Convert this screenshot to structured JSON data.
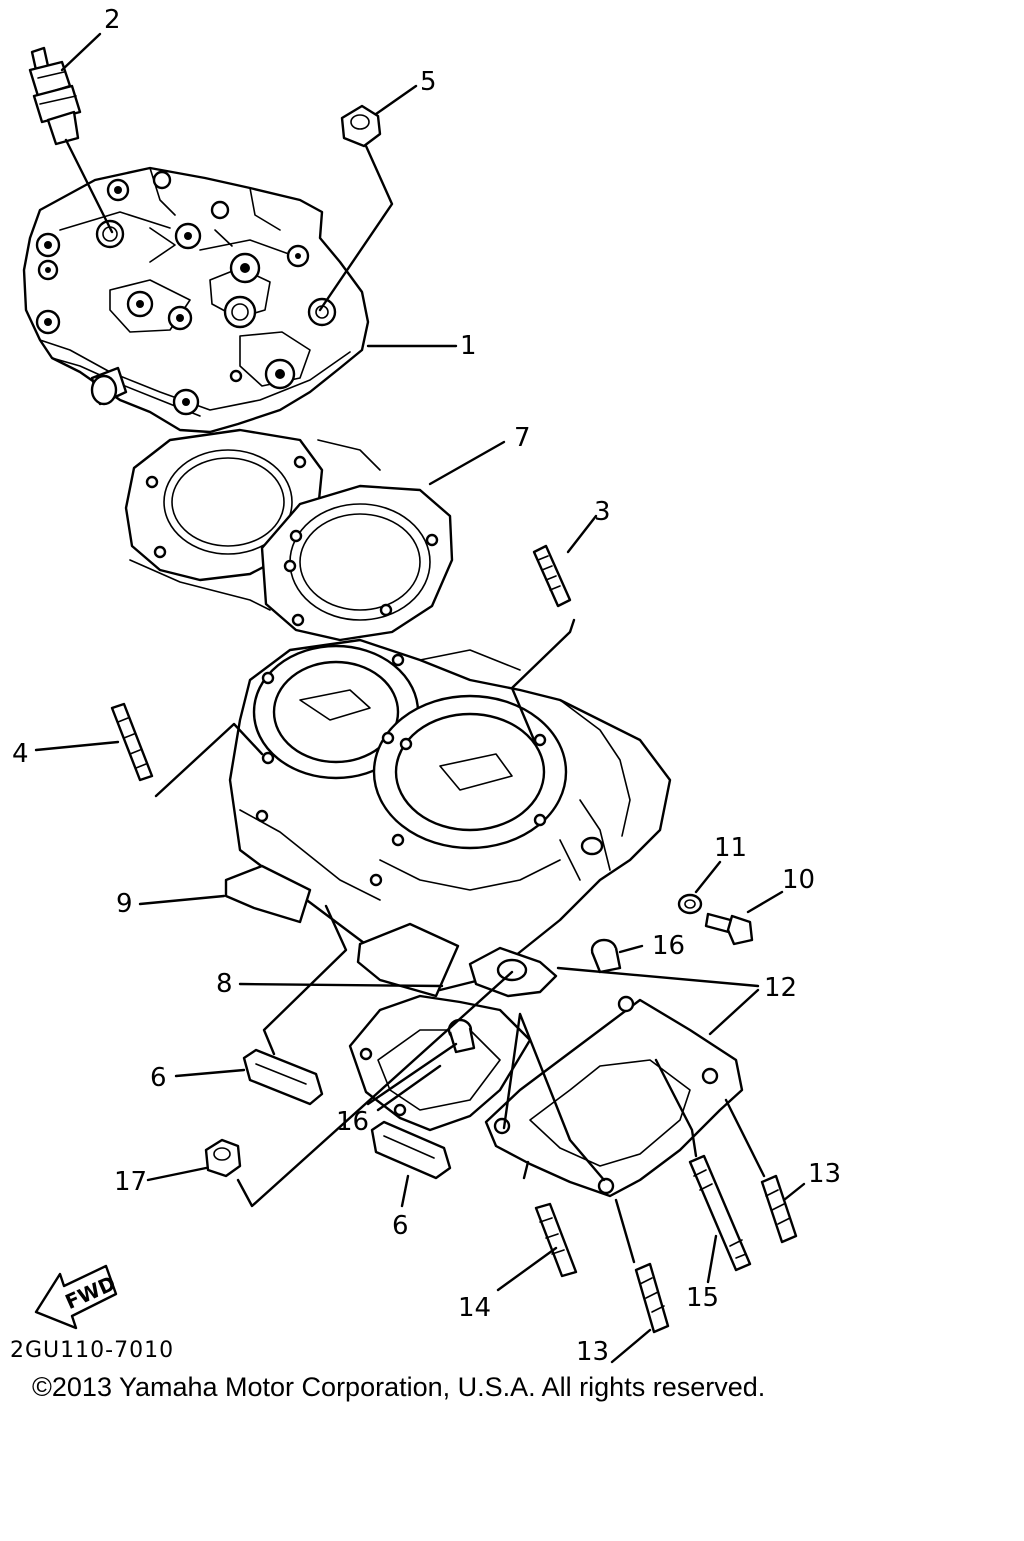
{
  "parts": [
    {
      "number": "1"
    },
    {
      "number": "2"
    },
    {
      "number": "3"
    },
    {
      "number": "4"
    },
    {
      "number": "5"
    },
    {
      "number": "6"
    },
    {
      "number": "6"
    },
    {
      "number": "7"
    },
    {
      "number": "8"
    },
    {
      "number": "9"
    },
    {
      "number": "10"
    },
    {
      "number": "11"
    },
    {
      "number": "12"
    },
    {
      "number": "13"
    },
    {
      "number": "13"
    },
    {
      "number": "14"
    },
    {
      "number": "15"
    },
    {
      "number": "16"
    },
    {
      "number": "16"
    },
    {
      "number": "17"
    }
  ],
  "fwd_label": "FWD",
  "diagram_code": "2GU110-7010",
  "copyright": "©2013 Yamaha Motor Corporation, U.S.A. All rights reserved."
}
